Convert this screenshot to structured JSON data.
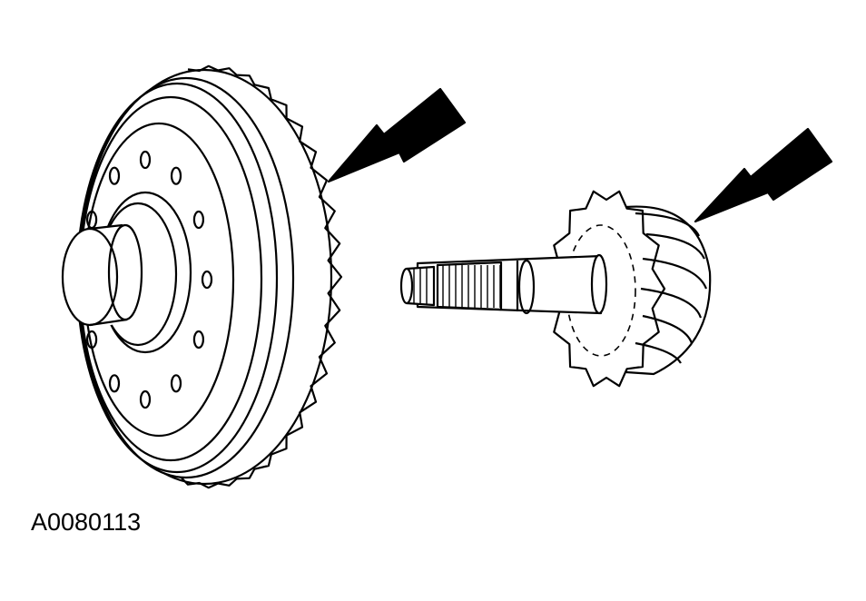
{
  "figure": {
    "id_label": "A0080113",
    "ring_gear_teeth": 40,
    "pinion_gear_teeth": 14,
    "ring_gear_bolt_holes": 12,
    "arrow_color": "#000000",
    "line_color": "#000000",
    "background": "#ffffff"
  }
}
